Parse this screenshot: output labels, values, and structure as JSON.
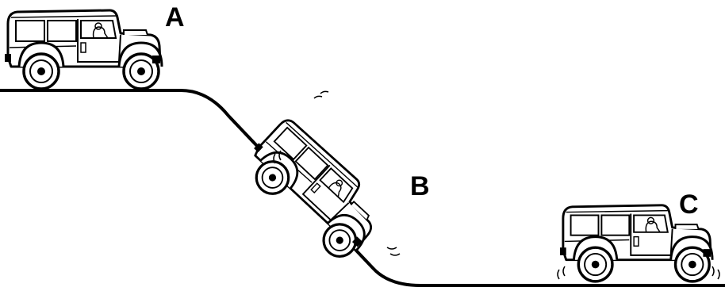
{
  "figure": {
    "labels": [
      "A",
      "B",
      "C"
    ],
    "line_color": "#000000",
    "background": "#ffffff"
  }
}
